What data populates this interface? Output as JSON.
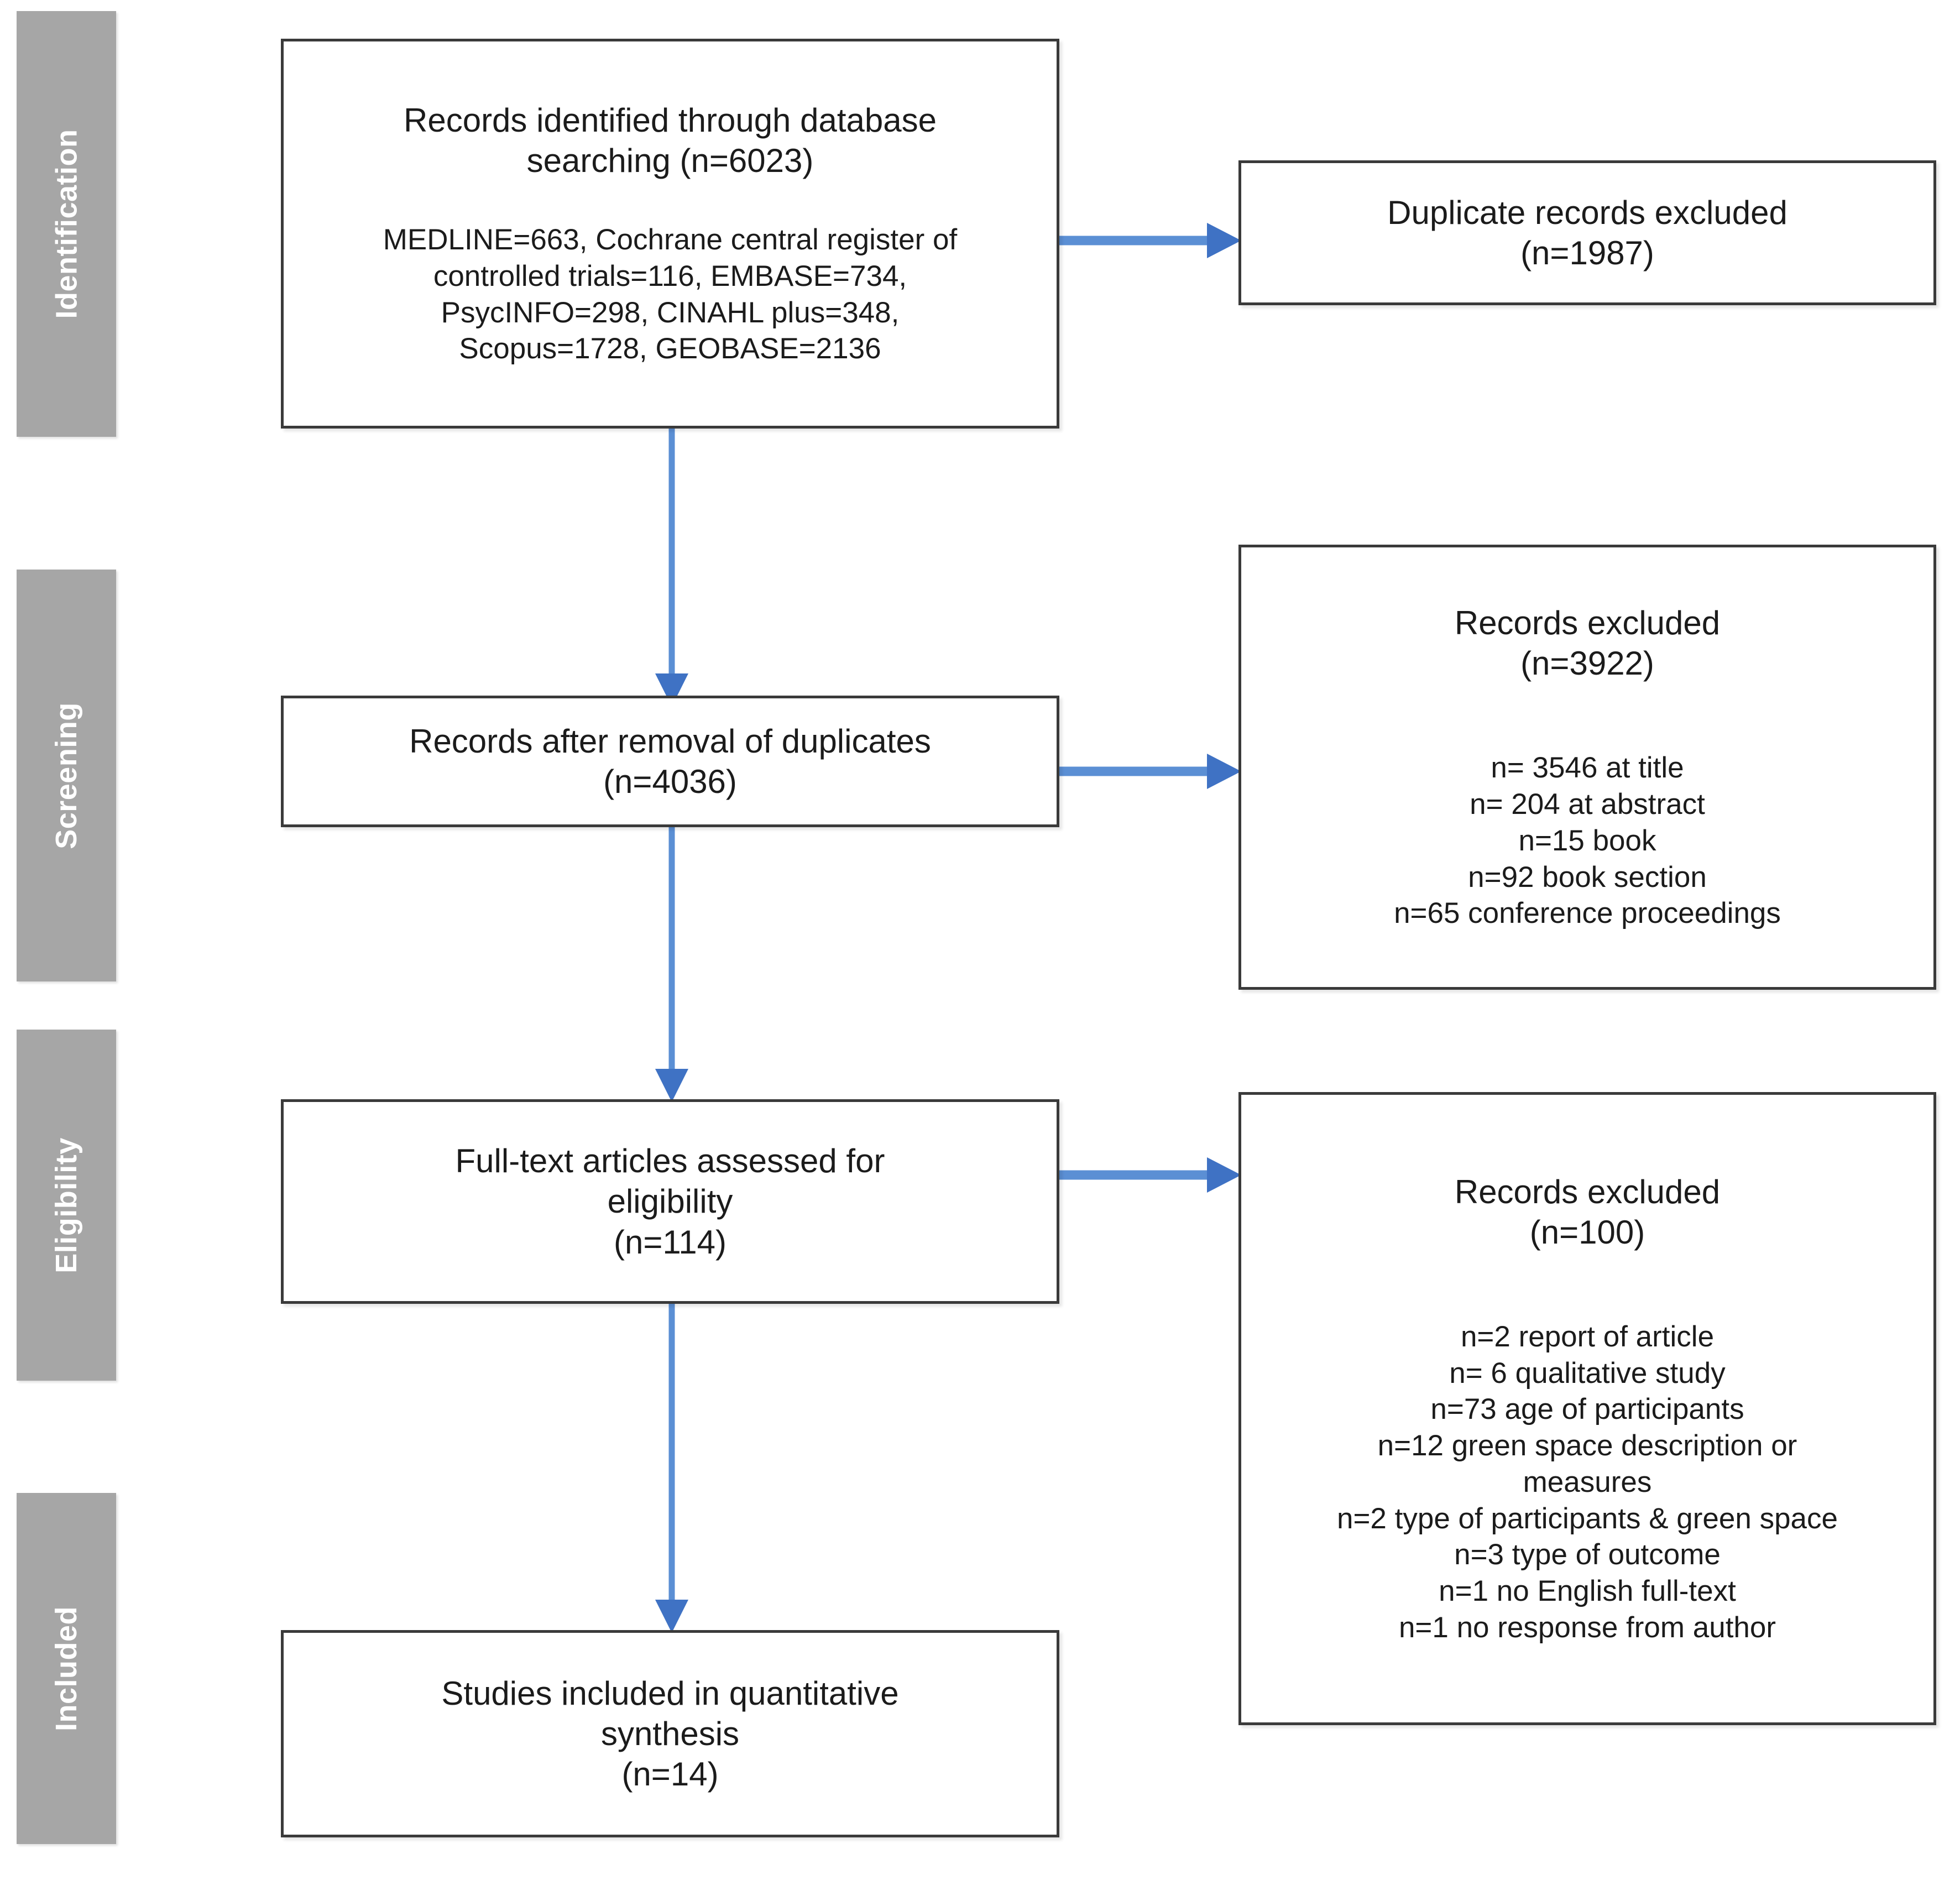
{
  "diagram": {
    "title": "PRISMA study selection flow diagram",
    "accent_color": "#5b8fd4",
    "band_color": "#a6a6a6",
    "box_border_color": "#3a3a3a",
    "stages": [
      {
        "id": "identification",
        "label": "Identification"
      },
      {
        "id": "screening",
        "label": "Screening"
      },
      {
        "id": "eligibility",
        "label": "Eligibility"
      },
      {
        "id": "included",
        "label": "Included"
      }
    ],
    "boxes": {
      "identified": {
        "title": "Records identified through database\nsearching (n=6023)",
        "detail": "MEDLINE=663,  Cochrane central register of\ncontrolled trials=116, EMBASE=734,\nPsycINFO=298, CINAHL plus=348,\nScopus=1728, GEOBASE=2136"
      },
      "duplicates_excluded": {
        "title": "Duplicate records excluded\n(n=1987)"
      },
      "after_duplicates": {
        "title": "Records after removal of duplicates\n(n=4036)"
      },
      "screening_excluded": {
        "title": "Records excluded\n(n=3922)",
        "detail": "n= 3546 at title\nn= 204 at abstract\nn=15 book\nn=92 book section\nn=65 conference proceedings"
      },
      "fulltext_assessed": {
        "title": "Full-text articles assessed for\neligibility\n(n=114)"
      },
      "eligibility_excluded": {
        "title": "Records excluded\n(n=100)",
        "detail": "n=2 report of article\nn= 6 qualitative study\nn=73 age of participants\nn=12 green  space description or\nmeasures\nn=2 type  of participants & green space\nn=3 type  of outcome\nn=1 no English full-text\nn=1 no response from author"
      },
      "included_studies": {
        "title": "Studies included in quantitative\nsynthesis\n(n=14)"
      }
    },
    "counts": {
      "identified_total": 6023,
      "medline": 663,
      "cochrane_central_register_of_controlled_trials": 116,
      "embase": 734,
      "psycinfo": 298,
      "cinahl_plus": 348,
      "scopus": 1728,
      "geobase": 2136,
      "duplicates_excluded": 1987,
      "after_duplicates": 4036,
      "screening_excluded": 3922,
      "screening_excluded_at_title": 3546,
      "screening_excluded_at_abstract": 204,
      "screening_excluded_book": 15,
      "screening_excluded_book_section": 92,
      "screening_excluded_conference_proceedings": 65,
      "fulltext_assessed": 114,
      "eligibility_excluded": 100,
      "excluded_report_of_article": 2,
      "excluded_qualitative_study": 6,
      "excluded_age_of_participants": 73,
      "excluded_green_space_description_or_measures": 12,
      "excluded_type_of_participants_and_green_space": 2,
      "excluded_type_of_outcome": 3,
      "excluded_no_english_full_text": 1,
      "excluded_no_response_from_author": 1,
      "included_studies": 14
    }
  }
}
